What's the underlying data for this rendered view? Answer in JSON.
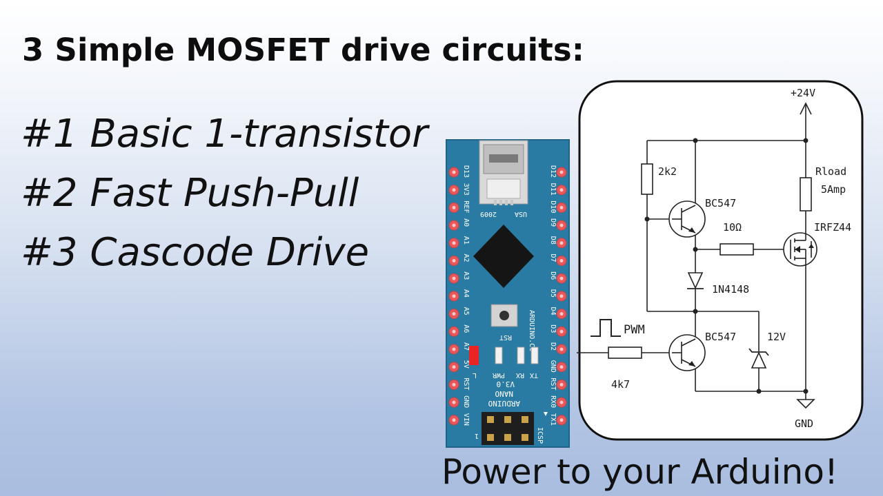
{
  "title": "3 Simple MOSFET drive circuits:",
  "items": [
    "#1 Basic 1-transistor",
    "#2 Fast Push-Pull",
    "#3 Cascode Drive"
  ],
  "footer": "Power to your Arduino!",
  "arduino": {
    "pins_left": [
      "D13",
      "3V3",
      "REF",
      "A0",
      "A1",
      "A2",
      "A3",
      "A4",
      "A5",
      "A6",
      "A7",
      "5V",
      "RST",
      "GND",
      "VIN"
    ],
    "pins_right": [
      "D12",
      "D11",
      "D10",
      "D9",
      "D8",
      "D7",
      "D6",
      "D5",
      "D4",
      "D3",
      "D2",
      "GND",
      "RST",
      "RX0",
      "TX1"
    ],
    "usb_label": "USA",
    "year_label": "2009",
    "rst_label": "RST",
    "site_label": "ARDUINO.CC",
    "led_labels": [
      "L",
      "PWR",
      "RX",
      "TX"
    ],
    "version_label": "V3.0",
    "name_label": "NANO",
    "brand_label": "ARDUINO",
    "icsp_label": "ICSP",
    "pin1_label": "1",
    "colors": {
      "board": "#2a7ba3",
      "pad": "#e8585b",
      "chip": "#151515",
      "led_on": "#e82424"
    }
  },
  "schematic": {
    "supply": "+24V",
    "ground": "GND",
    "r_top": "2k2",
    "q_top": "BC547",
    "r_gate": "10Ω",
    "mosfet": "IRFZ44",
    "load_name": "Rload",
    "load_rating": "5Amp",
    "diode": "1N4148",
    "q_bottom": "BC547",
    "zener": "12V",
    "pwm": "PWM",
    "r_base": "4k7"
  }
}
